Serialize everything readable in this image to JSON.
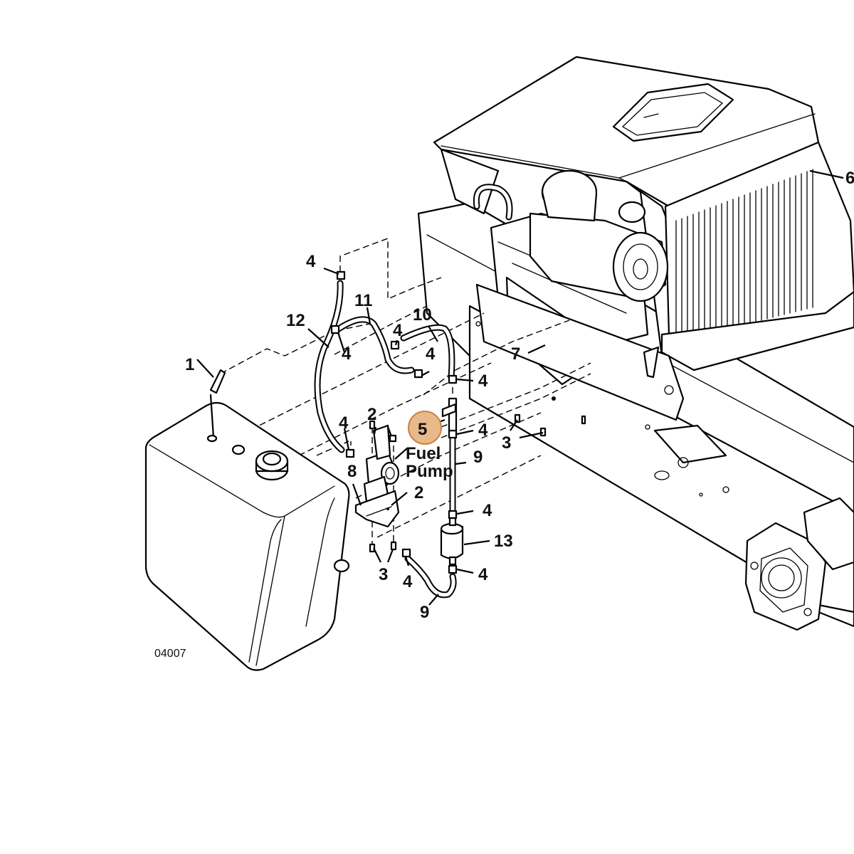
{
  "figure": {
    "drawing_number": "04007",
    "highlight_color": "#e8b98a",
    "highlight_stroke": "#c9843f"
  },
  "callouts": [
    {
      "id": "c1",
      "text": "1"
    },
    {
      "id": "c2a",
      "text": "2"
    },
    {
      "id": "c2b",
      "text": "2"
    },
    {
      "id": "c3a",
      "text": "3"
    },
    {
      "id": "c3b",
      "text": "3"
    },
    {
      "id": "c4a",
      "text": "4"
    },
    {
      "id": "c4b",
      "text": "4"
    },
    {
      "id": "c4c",
      "text": "4"
    },
    {
      "id": "c4d",
      "text": "4"
    },
    {
      "id": "c4e",
      "text": "4"
    },
    {
      "id": "c4f",
      "text": "4"
    },
    {
      "id": "c4g",
      "text": "4"
    },
    {
      "id": "c4h",
      "text": "4"
    },
    {
      "id": "c4i",
      "text": "4"
    },
    {
      "id": "c4j",
      "text": "4"
    },
    {
      "id": "c5",
      "text": "5"
    },
    {
      "id": "c6",
      "text": "6"
    },
    {
      "id": "c7",
      "text": "7"
    },
    {
      "id": "c8",
      "text": "8"
    },
    {
      "id": "c9a",
      "text": "9"
    },
    {
      "id": "c9b",
      "text": "9"
    },
    {
      "id": "c10",
      "text": "10"
    },
    {
      "id": "c11",
      "text": "11"
    },
    {
      "id": "c12",
      "text": "12"
    },
    {
      "id": "c13",
      "text": "13"
    }
  ],
  "labels": {
    "fuel_pump_line1": "Fuel",
    "fuel_pump_line2": "Pump"
  }
}
